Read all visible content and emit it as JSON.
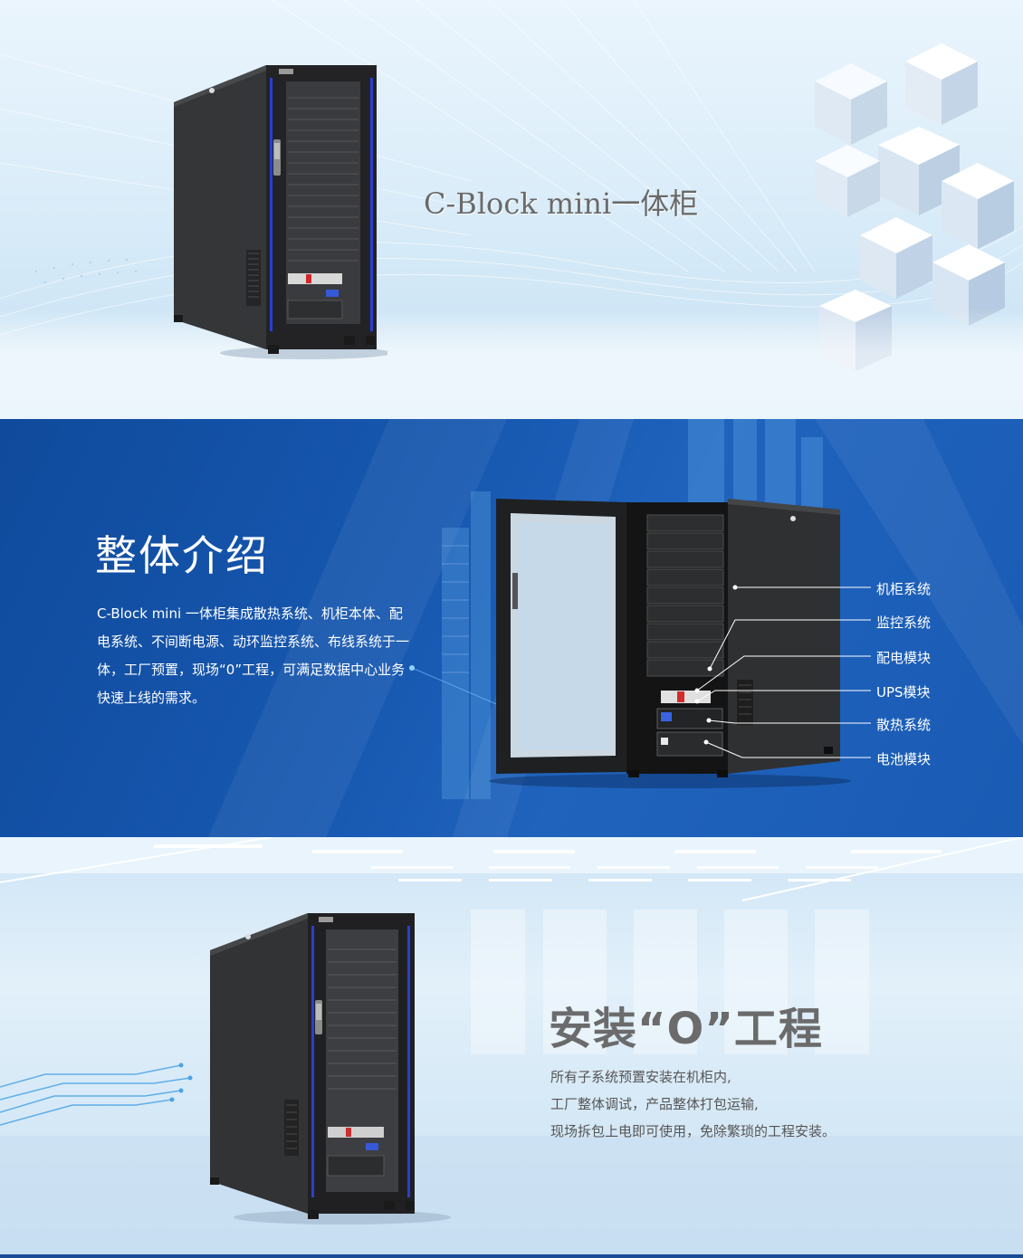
{
  "hero": {
    "title": "C-Block mini一体柜"
  },
  "overview": {
    "title": "整体介绍",
    "paragraph": "C-Block mini 一体柜集成散热系统、机柜本体、配电系统、不间断电源、动环监控系统、布线系统于一体，工厂预置，现场“0”工程，可满足数据中心业务快速上线的需求。",
    "callouts": [
      {
        "label": "机柜系统"
      },
      {
        "label": "监控系统"
      },
      {
        "label": "配电模块"
      },
      {
        "label": "UPS模块"
      },
      {
        "label": "散热系统"
      },
      {
        "label": "电池模块"
      }
    ]
  },
  "zero": {
    "title": "安装“O”工程",
    "lines": [
      "所有子系统预置安装在机柜内,",
      "工厂整体调试，产品整体打包运输,",
      "现场拆包上电即可使用，免除繁琐的工程安装。"
    ]
  },
  "colors": {
    "accent_blue": "#1758b0",
    "cabinet_body": "#2b2b2d",
    "cabinet_trim": "#2a3fd1",
    "text_gray": "#6a6a6a"
  }
}
